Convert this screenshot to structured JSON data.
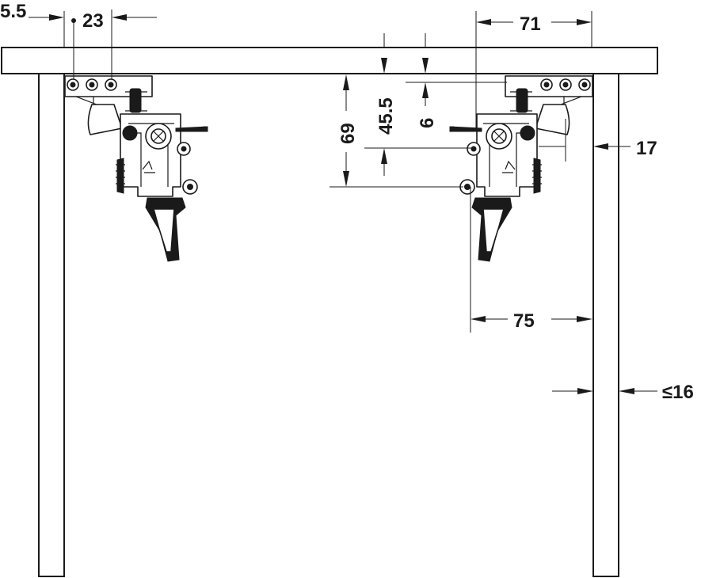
{
  "drawing": {
    "dimensions": {
      "d_5_5": "5.5",
      "d_23": "23",
      "d_71": "71",
      "d_69": "69",
      "d_45_5": "45.5",
      "d_6": "6",
      "d_17": "17",
      "d_75": "75",
      "d_16": "≤16"
    }
  }
}
